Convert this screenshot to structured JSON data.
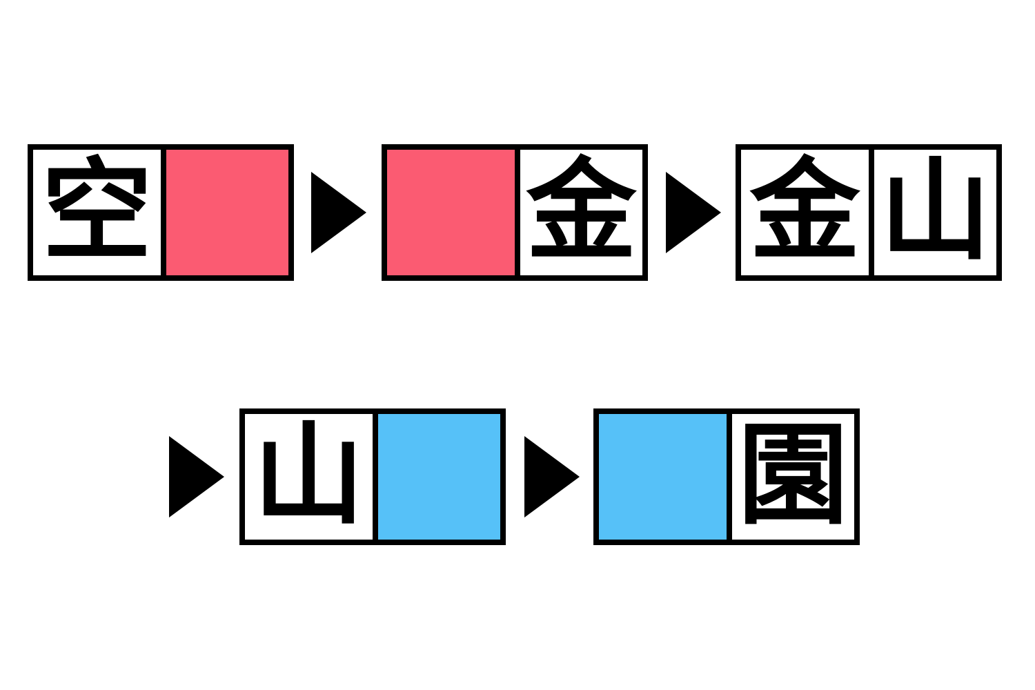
{
  "colors": {
    "background": "#ffffff",
    "border": "#000000",
    "pink": "#fb5b72",
    "blue": "#56c1f8"
  },
  "icons": {
    "arrow_right": "▶"
  },
  "puzzle": {
    "rows": [
      {
        "items": [
          {
            "type": "box",
            "cells": [
              {
                "kind": "char",
                "text": "空"
              },
              {
                "kind": "fill",
                "color": "pink"
              }
            ]
          },
          {
            "type": "arrow"
          },
          {
            "type": "box",
            "cells": [
              {
                "kind": "fill",
                "color": "pink"
              },
              {
                "kind": "char",
                "text": "金"
              }
            ]
          },
          {
            "type": "arrow"
          },
          {
            "type": "box",
            "cells": [
              {
                "kind": "char",
                "text": "金"
              },
              {
                "kind": "char",
                "text": "山"
              }
            ]
          }
        ]
      },
      {
        "items": [
          {
            "type": "arrow"
          },
          {
            "type": "box",
            "cells": [
              {
                "kind": "char",
                "text": "山"
              },
              {
                "kind": "fill",
                "color": "blue"
              }
            ]
          },
          {
            "type": "arrow"
          },
          {
            "type": "box",
            "cells": [
              {
                "kind": "fill",
                "color": "blue"
              },
              {
                "kind": "char",
                "text": "園"
              }
            ]
          }
        ]
      }
    ]
  }
}
